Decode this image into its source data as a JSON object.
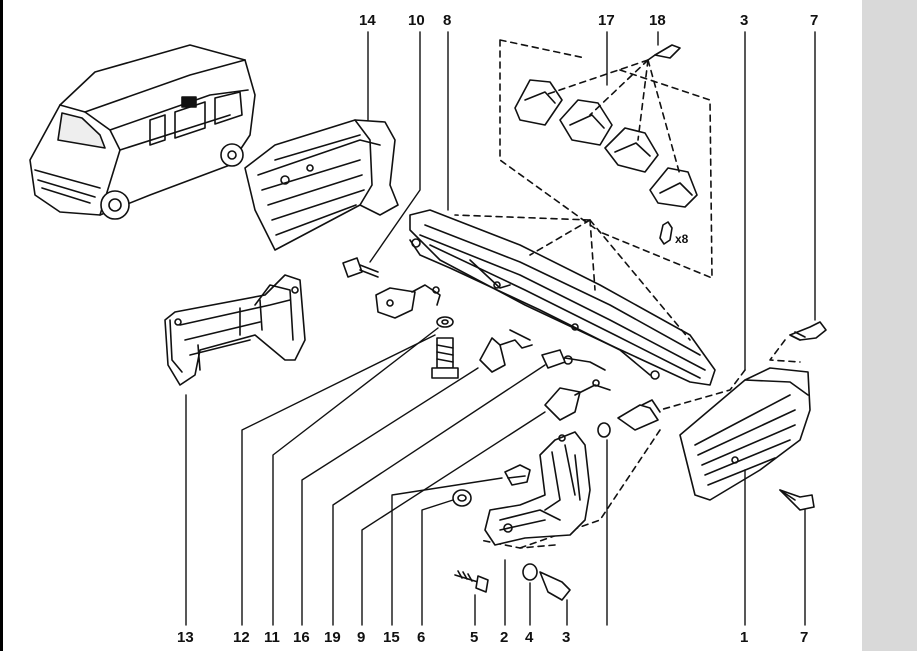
{
  "diagram": {
    "top_labels": [
      "14",
      "10",
      "8",
      "17",
      "18",
      "3",
      "7"
    ],
    "bottom_labels": [
      "13",
      "12",
      "11",
      "16",
      "19",
      "9",
      "15",
      "6",
      "5",
      "2",
      "4",
      "3",
      "1",
      "7"
    ],
    "multiplier_label": "x8"
  },
  "colors": {
    "line": "#111111",
    "background": "#ffffff",
    "side_strip": "#d9d9d9"
  }
}
